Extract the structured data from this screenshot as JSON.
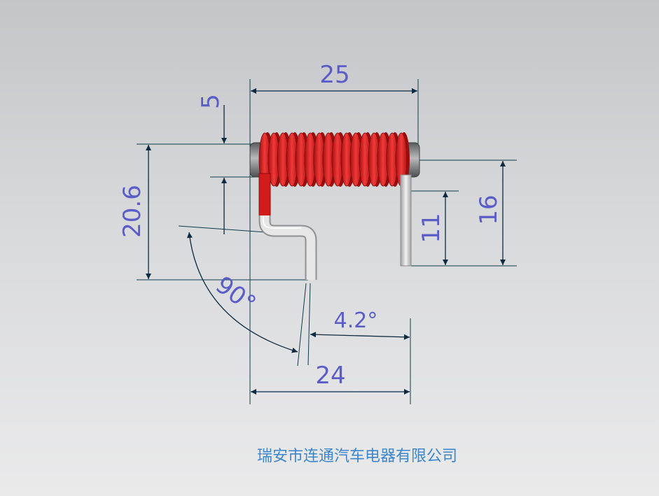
{
  "dimensions": {
    "d25": "25",
    "d5": "5",
    "d20_6": "20.6",
    "d90": "90°",
    "d4_2": "4.2°",
    "d24": "24",
    "d11": "11",
    "d16": "16"
  },
  "company": "瑞安市连通汽车电器有限公司",
  "colors": {
    "background_top": "#c3c5c8",
    "background_bottom": "#eaeaeb",
    "coil": "#e02020",
    "core": "#8c8d8f",
    "lead": "#dcdcdc",
    "dimension_text": "#5a5cc8",
    "dimension_line": "#0d2a40",
    "company_text": "#3a86cf"
  }
}
